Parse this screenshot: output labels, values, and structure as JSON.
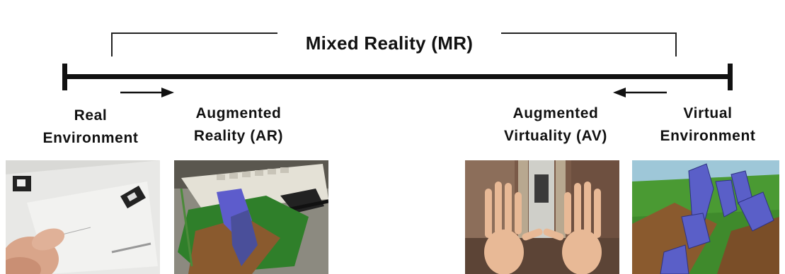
{
  "diagram": {
    "bracket_label": "Mixed Reality (MR)",
    "labels": {
      "real": [
        "Real",
        "Environment"
      ],
      "ar": [
        "Augmented",
        "Reality (AR)"
      ],
      "av": [
        "Augmented",
        "Virtuality (AV)"
      ],
      "virtual": [
        "Virtual",
        "Environment"
      ]
    },
    "arrows": [
      {
        "id": "right-arrow",
        "direction": "right"
      },
      {
        "id": "left-arrow",
        "direction": "left"
      }
    ],
    "images": [
      {
        "id": "real-environment-photo",
        "depicts": "hand holding paper with fiducial markers"
      },
      {
        "id": "augmented-reality-photo",
        "depicts": "virtual terrain overlaid on desk with keyboard"
      },
      {
        "id": "augmented-virtuality-photo",
        "depicts": "real hands inside a virtual room"
      },
      {
        "id": "virtual-environment-photo",
        "depicts": "fully virtual terrain with blue rocks"
      }
    ],
    "colors": {
      "line": "#111111",
      "terrain_green": "#3f8a2c",
      "rock_blue": "#5a5fc8"
    }
  }
}
